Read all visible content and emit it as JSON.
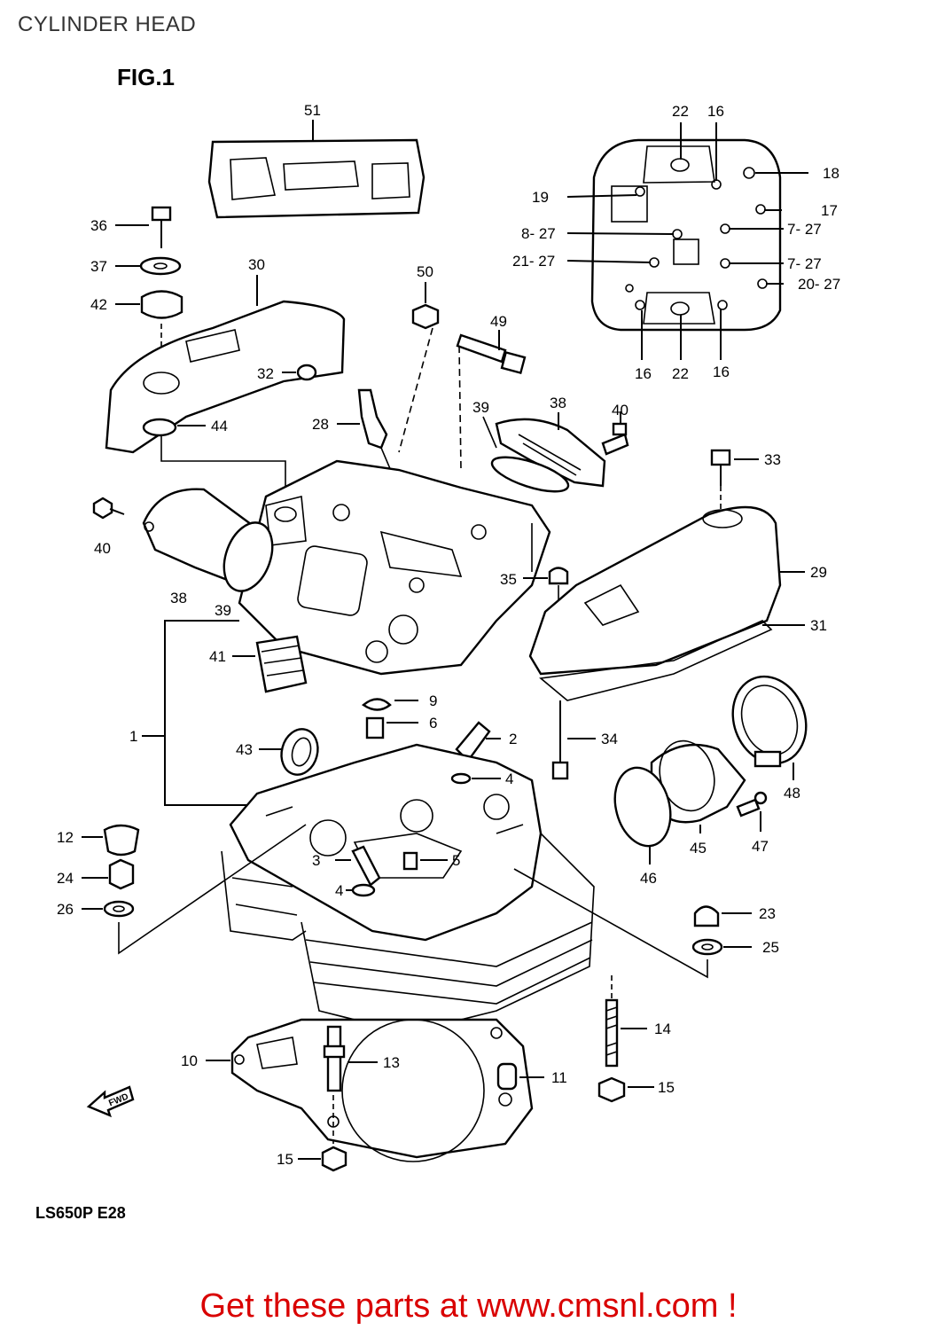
{
  "header": {
    "title": "CYLINDER HEAD",
    "figure": "FIG.1"
  },
  "footer": {
    "model_code": "LS650P  E28",
    "cta": "Get these parts at www.cmsnl.com !"
  },
  "callouts": [
    {
      "id": "c51",
      "text": "51"
    },
    {
      "id": "c36",
      "text": "36"
    },
    {
      "id": "c37",
      "text": "37"
    },
    {
      "id": "c30",
      "text": "30"
    },
    {
      "id": "c42",
      "text": "42"
    },
    {
      "id": "c50",
      "text": "50"
    },
    {
      "id": "c49",
      "text": "49"
    },
    {
      "id": "c32",
      "text": "32"
    },
    {
      "id": "c28",
      "text": "28"
    },
    {
      "id": "c44",
      "text": "44"
    },
    {
      "id": "c39a",
      "text": "39"
    },
    {
      "id": "c38a",
      "text": "38"
    },
    {
      "id": "c40a",
      "text": "40"
    },
    {
      "id": "c33",
      "text": "33"
    },
    {
      "id": "c40b",
      "text": "40"
    },
    {
      "id": "c38b",
      "text": "38"
    },
    {
      "id": "c39b",
      "text": "39"
    },
    {
      "id": "c35",
      "text": "35"
    },
    {
      "id": "c29",
      "text": "29"
    },
    {
      "id": "c31",
      "text": "31"
    },
    {
      "id": "c41",
      "text": "41"
    },
    {
      "id": "c1",
      "text": "1"
    },
    {
      "id": "c9",
      "text": "9"
    },
    {
      "id": "c6",
      "text": "6"
    },
    {
      "id": "c2",
      "text": "2"
    },
    {
      "id": "c34",
      "text": "34"
    },
    {
      "id": "c43",
      "text": "43"
    },
    {
      "id": "c4a",
      "text": "4"
    },
    {
      "id": "c48",
      "text": "48"
    },
    {
      "id": "c12",
      "text": "12"
    },
    {
      "id": "c47",
      "text": "47"
    },
    {
      "id": "c3",
      "text": "3"
    },
    {
      "id": "c5",
      "text": "5"
    },
    {
      "id": "c45",
      "text": "45"
    },
    {
      "id": "c46",
      "text": "46"
    },
    {
      "id": "c24",
      "text": "24"
    },
    {
      "id": "c4b",
      "text": "4"
    },
    {
      "id": "c26",
      "text": "26"
    },
    {
      "id": "c23",
      "text": "23"
    },
    {
      "id": "c25",
      "text": "25"
    },
    {
      "id": "c14",
      "text": "14"
    },
    {
      "id": "c10",
      "text": "10"
    },
    {
      "id": "c13",
      "text": "13"
    },
    {
      "id": "c11",
      "text": "11"
    },
    {
      "id": "c15a",
      "text": "15"
    },
    {
      "id": "c15b",
      "text": "15"
    },
    {
      "id": "t22a",
      "text": "22"
    },
    {
      "id": "t16a",
      "text": "16"
    },
    {
      "id": "t18",
      "text": "18"
    },
    {
      "id": "t19",
      "text": "19"
    },
    {
      "id": "t17",
      "text": "17"
    },
    {
      "id": "t827",
      "text": "8- 27"
    },
    {
      "id": "t727a",
      "text": "7- 27"
    },
    {
      "id": "t2127",
      "text": "21- 27"
    },
    {
      "id": "t727b",
      "text": "7- 27"
    },
    {
      "id": "t2027",
      "text": "20- 27"
    },
    {
      "id": "t16b",
      "text": "16"
    },
    {
      "id": "t22b",
      "text": "22"
    },
    {
      "id": "t16c",
      "text": "16"
    }
  ],
  "fwd_label": "FWD"
}
